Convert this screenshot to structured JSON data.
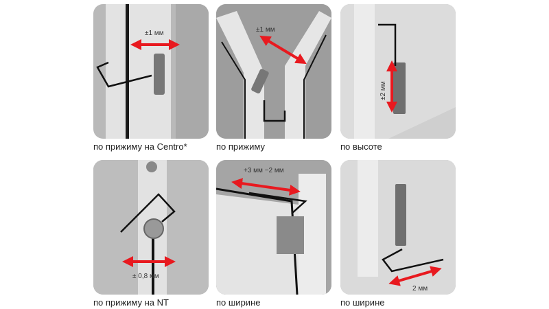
{
  "panels": [
    {
      "caption": "по прижиму на Centro*",
      "measure": "±1 мм"
    },
    {
      "caption": "по прижиму",
      "measure": "±1 мм"
    },
    {
      "caption": "по высоте",
      "measure": "±2 мм"
    },
    {
      "caption": "по прижиму на NT",
      "measure": "± 0,8 мм"
    },
    {
      "caption": "по ширине",
      "measure": "+3 мм −2 мм"
    },
    {
      "caption": "по ширине",
      "measure": "2 мм"
    }
  ],
  "colors": {
    "arrow": "#e8191f",
    "frame": "#e6e6e6",
    "background": "#b9b9b9"
  }
}
